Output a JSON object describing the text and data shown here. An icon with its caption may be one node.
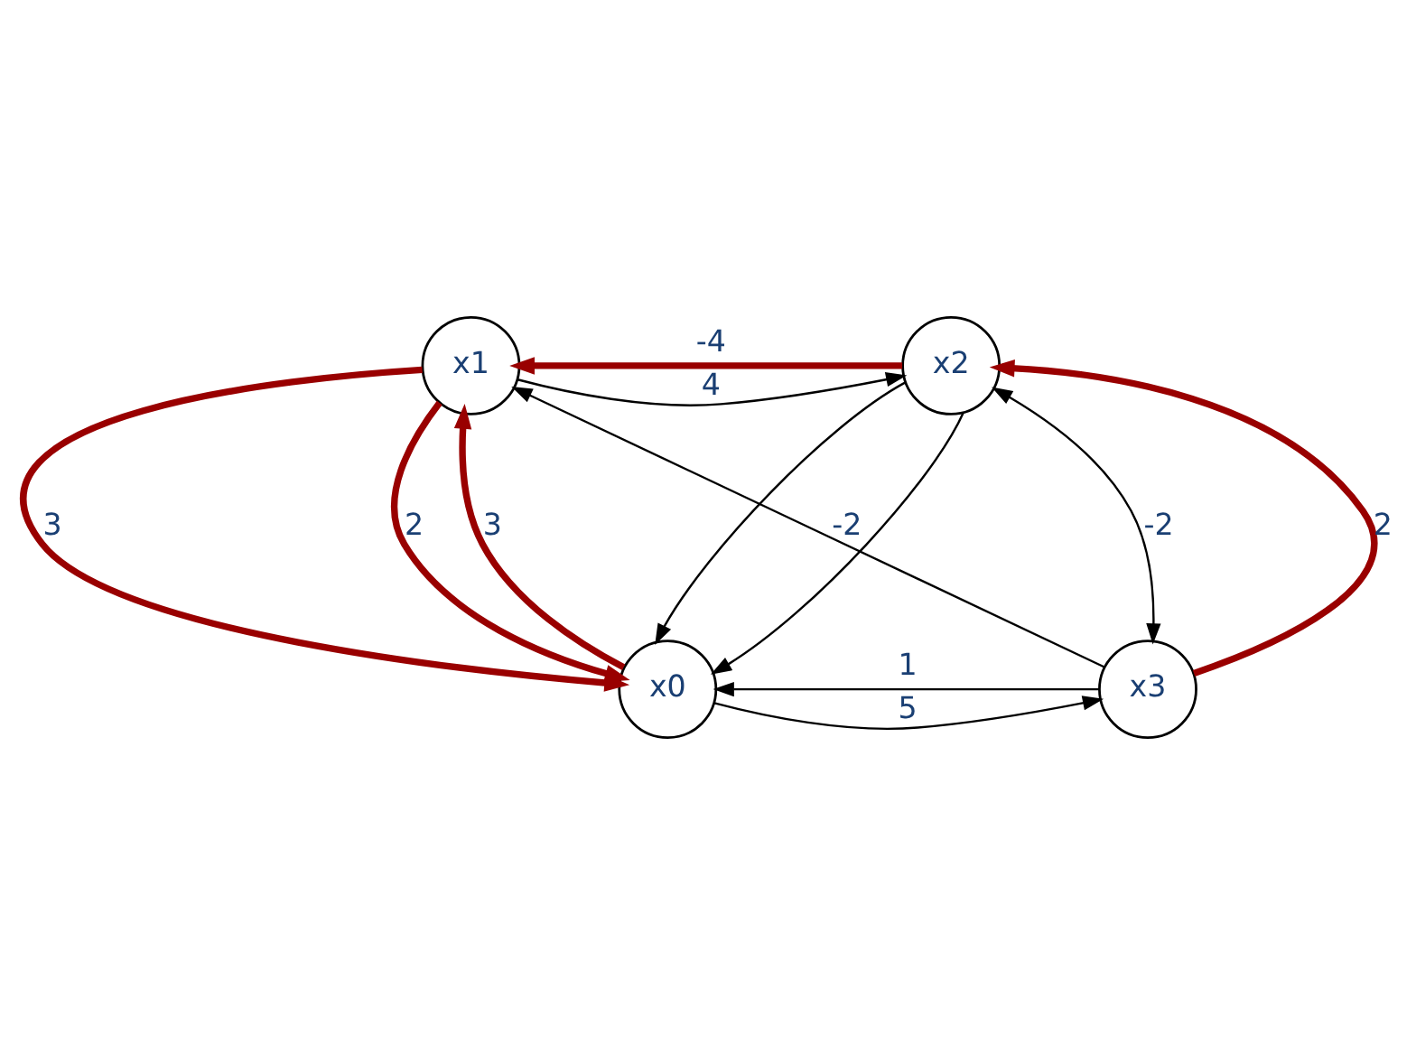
{
  "diagram": {
    "nodes": [
      {
        "text": [
          "x1"
        ]
      },
      {
        "text": [
          "x2"
        ]
      },
      {
        "text": [
          "x0"
        ]
      },
      {
        "text": [
          "x3"
        ]
      }
    ],
    "edges": [
      {
        "from": 1,
        "to": 0,
        "arrow": "to",
        "label": "-4",
        "style": "thick",
        "color": "#990000"
      },
      {
        "from": 0,
        "to": 2,
        "arrow": "to",
        "label": "3",
        "style": "thick",
        "color": "#990000"
      },
      {
        "from": 2,
        "to": 0,
        "arrow": "to",
        "label": "3",
        "style": "thick",
        "color": "#990000"
      },
      {
        "from": 0,
        "to": 2,
        "arrow": "to",
        "label": "2",
        "style": "thick",
        "color": "#990000"
      },
      {
        "from": 3,
        "to": 1,
        "arrow": "to",
        "label": "2",
        "style": "thick",
        "color": "#990000"
      },
      {
        "from": 0,
        "to": 1,
        "arrow": "to",
        "label": "4"
      },
      {
        "from": 3,
        "to": 0,
        "arrow": "to",
        "label": "-2"
      },
      {
        "from": 1,
        "to": 3,
        "arrow": "both",
        "label": "-2"
      },
      {
        "from": 1,
        "to": 2,
        "arrow": "to"
      },
      {
        "from": 1,
        "to": 2,
        "arrow": "to"
      },
      {
        "from": 3,
        "to": 2,
        "arrow": "to",
        "label": "1"
      },
      {
        "from": 2,
        "to": 3,
        "arrow": "to",
        "label": "5"
      }
    ]
  }
}
